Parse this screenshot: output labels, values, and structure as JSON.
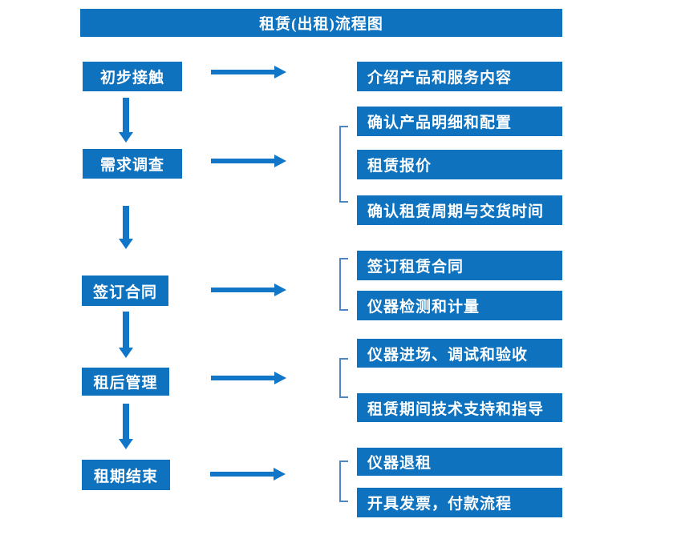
{
  "title": "租赁(出租)流程图",
  "colors": {
    "box": "#0e72be",
    "arrow": "#1176c8",
    "bracket": "#4d86c6",
    "text": "#ffffff",
    "background": "#ffffff"
  },
  "stages": [
    {
      "label": "初步接触",
      "details": [
        "介绍产品和服务内容"
      ]
    },
    {
      "label": "需求调查",
      "details": [
        "确认产品明细和配置",
        "租赁报价",
        "确认租赁周期与交货时间"
      ]
    },
    {
      "label": "签订合同",
      "details": [
        "签订租赁合同",
        "仪器检测和计量"
      ]
    },
    {
      "label": "租后管理",
      "details": [
        "仪器进场、调试和验收",
        "租赁期间技术支持和指导"
      ]
    },
    {
      "label": "租期结束",
      "details": [
        "仪器退租",
        "开具发票，付款流程"
      ]
    }
  ]
}
